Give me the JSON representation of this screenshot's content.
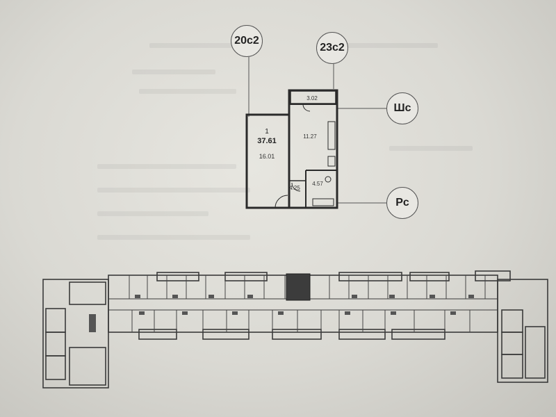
{
  "callouts": {
    "axis_left": "20с2",
    "axis_right": "23с2",
    "riser_shs": "Шс",
    "riser_rs": "Рс"
  },
  "unit": {
    "rooms": "1",
    "total_area": "37.61",
    "room_area": "16.01",
    "kitchen_area": "11.27",
    "balcony_area": "3.02",
    "hall_area": "4.25",
    "bath_area": "4.57"
  },
  "floor_plan": {
    "highlighted_unit_color": "#3c3c3c"
  }
}
